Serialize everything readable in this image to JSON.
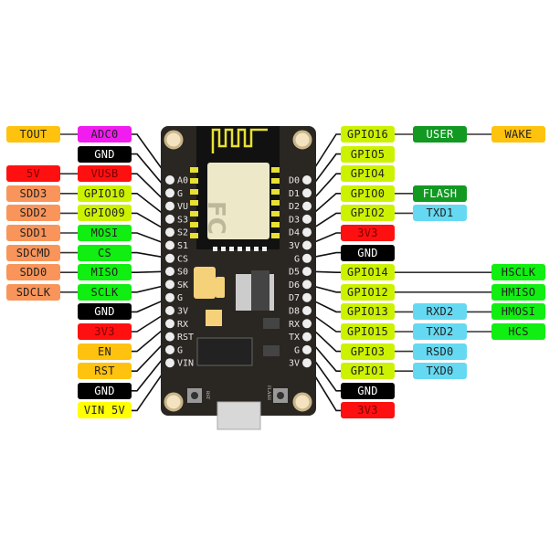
{
  "colors": {
    "gpio": {
      "bg": "#ccf200",
      "fg": "#222222"
    },
    "spi": {
      "bg": "#11ee11",
      "fg": "#222222"
    },
    "special": {
      "bg": "#119922",
      "fg": "#ffffff"
    },
    "ctrl": {
      "bg": "#ffc20e",
      "fg": "#222222"
    },
    "sd": {
      "bg": "#f9955a",
      "fg": "#222222"
    },
    "power": {
      "bg": "#ff1010",
      "fg": "#7a0000"
    },
    "gnd": {
      "bg": "#000000",
      "fg": "#ffffff"
    },
    "uart": {
      "bg": "#66d9f2",
      "fg": "#222222"
    },
    "adc": {
      "bg": "#f01cf0",
      "fg": "#222222"
    },
    "vin": {
      "bg": "#ffff00",
      "fg": "#222222"
    },
    "board": "#2a2622"
  },
  "board": {
    "left_pins": [
      "A0",
      "G",
      "VU",
      "S3",
      "S2",
      "S1",
      "CS",
      "S0",
      "SK",
      "G",
      "3V",
      "RX",
      "RST",
      "G",
      "VIN"
    ],
    "right_pins": [
      "D0",
      "D1",
      "D2",
      "D3",
      "D4",
      "3V",
      "G",
      "D5",
      "D6",
      "D7",
      "D8",
      "RX",
      "TX",
      "G",
      "3V"
    ],
    "rst_button": "RST",
    "flash_button": "FLASH"
  },
  "left": [
    {
      "label": "ADC0",
      "type": "adc",
      "outer": {
        "label": "TOUT",
        "type": "ctrl"
      }
    },
    {
      "label": "GND",
      "type": "gnd"
    },
    {
      "label": "VUSB",
      "type": "power",
      "outer": {
        "label": "5V",
        "type": "power"
      }
    },
    {
      "label": "GPIO10",
      "type": "gpio",
      "outer": {
        "label": "SDD3",
        "type": "sd"
      }
    },
    {
      "label": "GPIO09",
      "type": "gpio",
      "outer": {
        "label": "SDD2",
        "type": "sd"
      }
    },
    {
      "label": "MOSI",
      "type": "spi",
      "outer": {
        "label": "SDD1",
        "type": "sd"
      }
    },
    {
      "label": "CS",
      "type": "spi",
      "outer": {
        "label": "SDCMD",
        "type": "sd"
      }
    },
    {
      "label": "MISO",
      "type": "spi",
      "outer": {
        "label": "SDD0",
        "type": "sd"
      }
    },
    {
      "label": "SCLK",
      "type": "spi",
      "outer": {
        "label": "SDCLK",
        "type": "sd"
      }
    },
    {
      "label": "GND",
      "type": "gnd"
    },
    {
      "label": "3V3",
      "type": "power"
    },
    {
      "label": "EN",
      "type": "ctrl"
    },
    {
      "label": "RST",
      "type": "ctrl"
    },
    {
      "label": "GND",
      "type": "gnd"
    },
    {
      "label": "VIN 5V",
      "type": "vin"
    }
  ],
  "right": [
    {
      "label": "GPIO16",
      "type": "gpio",
      "mid": {
        "label": "USER",
        "type": "special"
      },
      "far": {
        "label": "WAKE",
        "type": "ctrl"
      }
    },
    {
      "label": "GPIO5",
      "type": "gpio"
    },
    {
      "label": "GPIO4",
      "type": "gpio"
    },
    {
      "label": "GPIO0",
      "type": "gpio",
      "mid": {
        "label": "FLASH",
        "type": "special"
      }
    },
    {
      "label": "GPIO2",
      "type": "gpio",
      "mid": {
        "label": "TXD1",
        "type": "uart"
      }
    },
    {
      "label": "3V3",
      "type": "power"
    },
    {
      "label": "GND",
      "type": "gnd"
    },
    {
      "label": "GPIO14",
      "type": "gpio",
      "far": {
        "label": "HSCLK",
        "type": "spi"
      }
    },
    {
      "label": "GPIO12",
      "type": "gpio",
      "far": {
        "label": "HMISO",
        "type": "spi"
      }
    },
    {
      "label": "GPIO13",
      "type": "gpio",
      "mid": {
        "label": "RXD2",
        "type": "uart"
      },
      "far": {
        "label": "HMOSI",
        "type": "spi"
      }
    },
    {
      "label": "GPIO15",
      "type": "gpio",
      "mid": {
        "label": "TXD2",
        "type": "uart"
      },
      "far": {
        "label": "HCS",
        "type": "spi"
      }
    },
    {
      "label": "GPIO3",
      "type": "gpio",
      "mid": {
        "label": "RSD0",
        "type": "uart"
      }
    },
    {
      "label": "GPIO1",
      "type": "gpio",
      "mid": {
        "label": "TXD0",
        "type": "uart"
      }
    },
    {
      "label": "GND",
      "type": "gnd"
    },
    {
      "label": "3V3",
      "type": "power"
    }
  ]
}
